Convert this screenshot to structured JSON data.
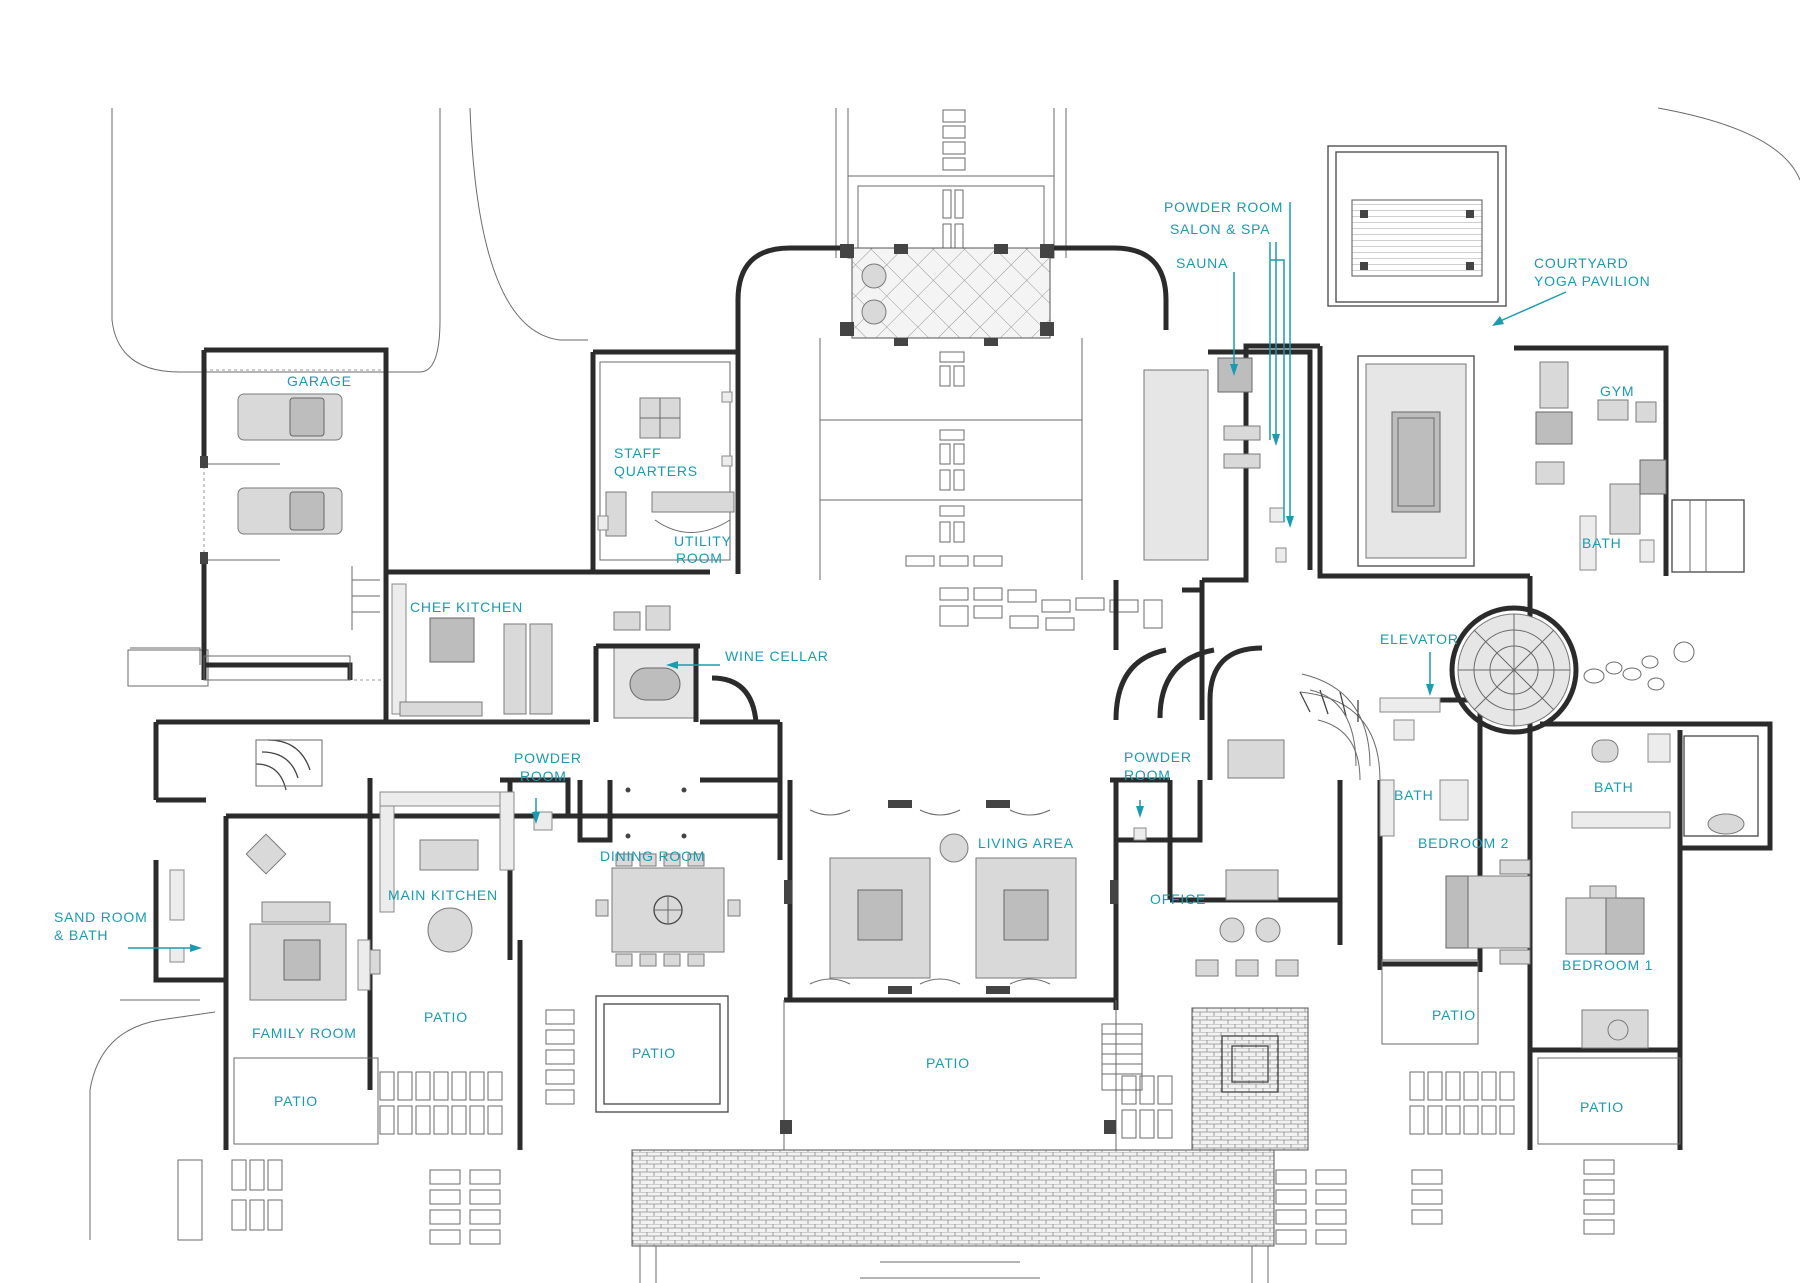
{
  "labels": {
    "garage": "GARAGE",
    "staff_quarters_1": "STAFF",
    "staff_quarters_2": "QUARTERS",
    "utility_1": "UTILITY",
    "utility_2": "ROOM",
    "chef_kitchen": "CHEF KITCHEN",
    "wine_cellar": "WINE CELLAR",
    "powder_room_top": "POWDER ROOM",
    "salon_spa": "SALON & SPA",
    "sauna": "SAUNA",
    "courtyard_1": "COURTYARD",
    "courtyard_2": "YOGA PAVILION",
    "gym": "GYM",
    "bath_gym": "BATH",
    "elevator": "ELEVATOR",
    "powder_left_1": "POWDER",
    "powder_left_2": "ROOM",
    "powder_right_1": "POWDER",
    "powder_right_2": "ROOM",
    "dining_room": "DINING ROOM",
    "living_area": "LIVING AREA",
    "main_kitchen": "MAIN KITCHEN",
    "office": "OFFICE",
    "bath_mid": "BATH",
    "bedroom_2": "BEDROOM 2",
    "bath_right": "BATH",
    "bedroom_1": "BEDROOM 1",
    "sand_room_1": "SAND ROOM",
    "sand_room_2": "& BATH",
    "family_room": "FAMILY ROOM",
    "patio_family": "PATIO",
    "patio_left": "PATIO",
    "patio_center_small": "PATIO",
    "patio_main": "PATIO",
    "patio_bedroom2": "PATIO",
    "patio_bedroom1": "PATIO"
  },
  "colors": {
    "label": "#1a9bb0",
    "wall": "#2b2b2b",
    "furniture": "#d9d9d9"
  }
}
